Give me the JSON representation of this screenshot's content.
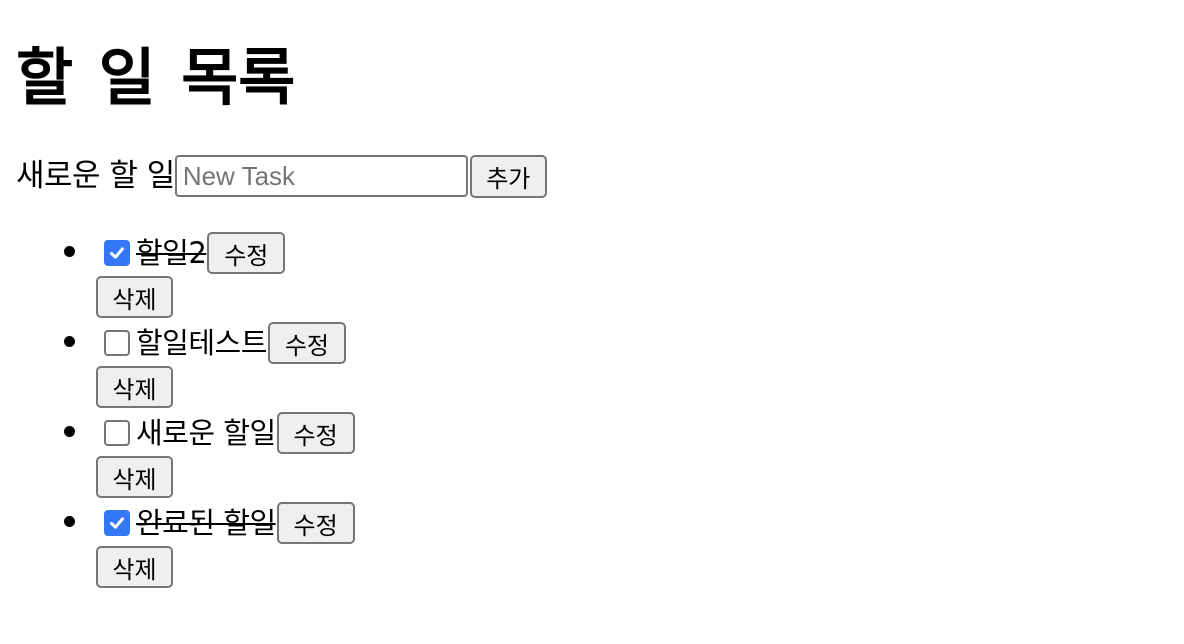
{
  "page": {
    "title": "할 일 목록"
  },
  "add_form": {
    "label": "새로운 할 일",
    "input_value": "",
    "input_placeholder": "New Task",
    "add_button": "추가"
  },
  "todos": [
    {
      "text": "할일2",
      "completed": true,
      "edit_button": "수정",
      "delete_button": "삭제"
    },
    {
      "text": "할일테스트",
      "completed": false,
      "edit_button": "수정",
      "delete_button": "삭제"
    },
    {
      "text": "새로운 할일",
      "completed": false,
      "edit_button": "수정",
      "delete_button": "삭제"
    },
    {
      "text": "완료된 할일",
      "completed": true,
      "edit_button": "수정",
      "delete_button": "삭제"
    }
  ],
  "colors": {
    "checkbox_checked": "#3478f6",
    "control_border": "#767676",
    "button_bg": "#efefef",
    "placeholder": "#757575"
  }
}
